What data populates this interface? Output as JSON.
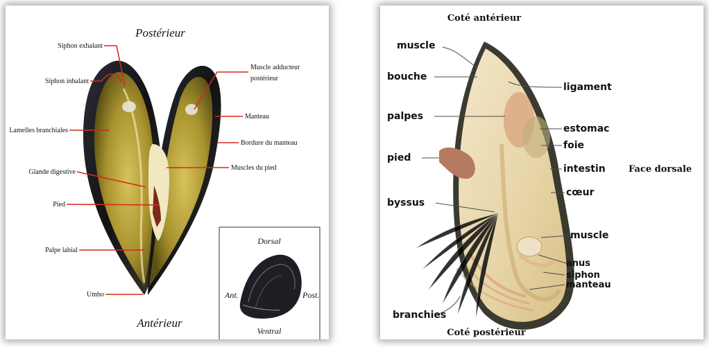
{
  "left_figure": {
    "title_top": "Postérieur",
    "title_bottom": "Antérieur",
    "labels_left": {
      "siphon_exhalant": "Siphon exhalant",
      "siphon_inhalant": "Siphon inhalant",
      "lamelles_branchiales": "Lamelles branchiales",
      "glande_digestive": "Glande digestive",
      "pied": "Pied",
      "palpe_labial": "Palpe labial",
      "umbo": "Umbo"
    },
    "labels_right": {
      "muscle_adducteur_1": "Muscle adducteur",
      "muscle_adducteur_2": "postérieur",
      "manteau": "Manteau",
      "bordure_du_manteau": "Bordure du manteau",
      "muscles_du_pied": "Muscles du pied"
    },
    "inset": {
      "dorsal": "Dorsal",
      "ventral": "Ventral",
      "ant": "Ant.",
      "post": "Post."
    }
  },
  "right_figure": {
    "title_top": "Coté antérieur",
    "title_bottom": "Coté postérieur",
    "side_label": "Face dorsale",
    "labels_left": {
      "muscle": "muscle",
      "bouche": "bouche",
      "palpes": "palpes",
      "pied": "pied",
      "byssus": "byssus",
      "branchies": "branchies"
    },
    "labels_right": {
      "ligament": "ligament",
      "estomac": "estomac",
      "foie": "foie",
      "intestin": "intestin",
      "coeur": "cœur",
      "muscle": "muscle",
      "anus": "anus",
      "siphon": "siphon",
      "manteau": "manteau"
    }
  },
  "colors": {
    "leader_left": "#d42a1a",
    "shell_dark": "#1c1d1a",
    "flesh_yellow": "#c8b24a",
    "flesh_cream": "#ead7a8"
  }
}
